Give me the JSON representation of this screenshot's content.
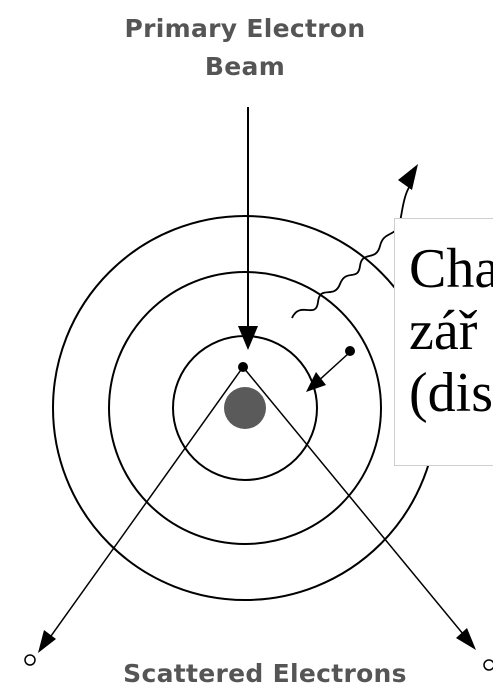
{
  "beam_label_line1": "Primary Electron",
  "beam_label_line2": "Beam",
  "scattered_label": "Scattered Electrons",
  "callout": {
    "line1": "Cha",
    "line2": "zář",
    "line3": "(dis"
  },
  "colors": {
    "line": "#000000",
    "nucleus": "#5a5a5a",
    "label": "#555555"
  }
}
